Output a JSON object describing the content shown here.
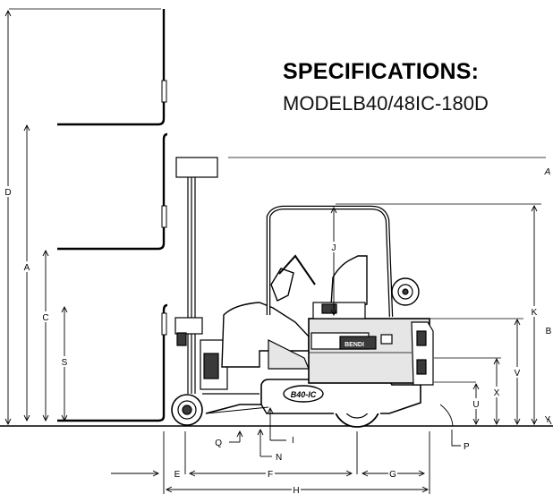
{
  "heading": {
    "title": "SPECIFICATIONS:",
    "model": "MODELB40/48IC-180D"
  },
  "truck": {
    "badge_model": "B40-IC",
    "brand_plate": "BENDI"
  },
  "dimensions": {
    "A": "A",
    "B": "B",
    "C": "C",
    "D": "D",
    "E": "E",
    "F": "F",
    "G": "G",
    "H": "H",
    "I": "I",
    "J": "J",
    "K": "K",
    "N": "N",
    "P": "P",
    "Q": "Q",
    "S": "S",
    "U": "U",
    "V": "V",
    "X": "X",
    "Y": "Y"
  },
  "colors": {
    "line": "#000000",
    "body_fill": "#e6e6e6",
    "dark_fill": "#3a3a3a"
  }
}
